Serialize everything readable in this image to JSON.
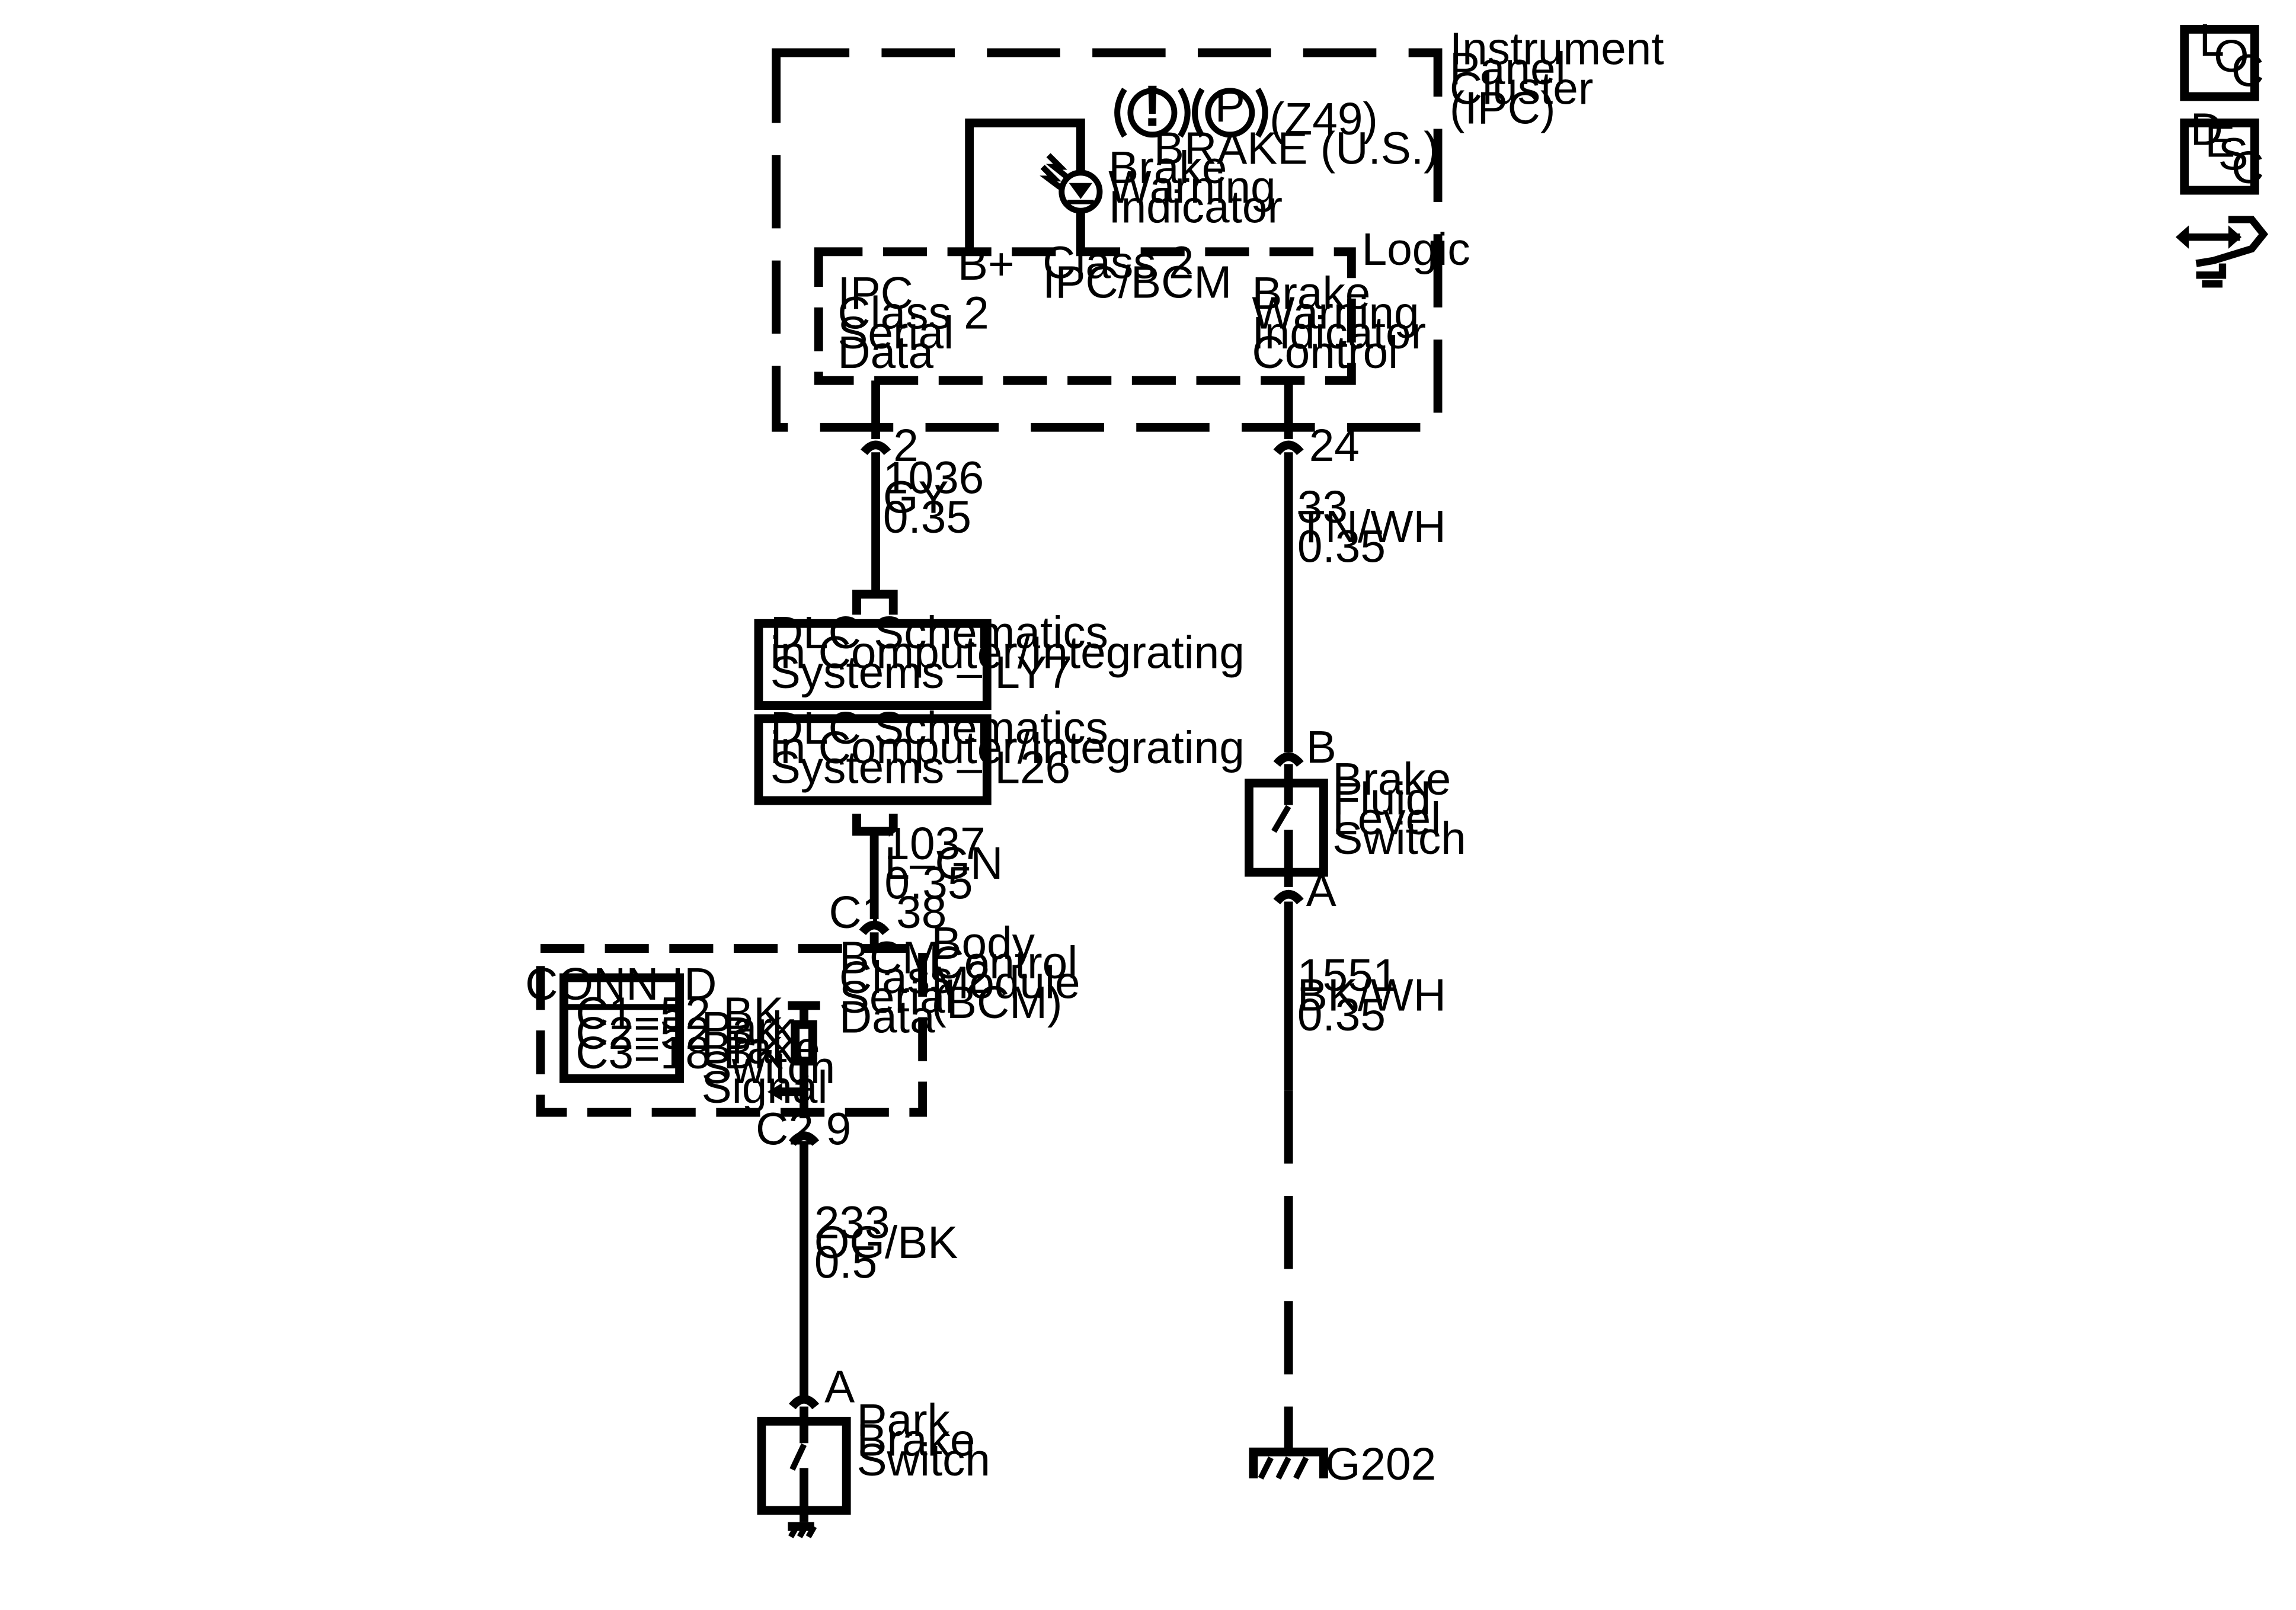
{
  "ipc": {
    "title": [
      "Instrument",
      "Panel",
      "Cluster",
      "(IPC)"
    ],
    "brake_symbol_text": "BRAKE (U.S.)",
    "exclaim_glyph": "!",
    "park_glyph": "P",
    "option_code": "(Z49)",
    "indicator_label": [
      "Brake",
      "Warning",
      "Indicator"
    ],
    "logic_label": "Logic",
    "bplus_label": "B+",
    "class2_pin_label": [
      "Class 2",
      "IPC/BCM"
    ],
    "serial_label": [
      "IPC",
      "Class 2",
      "Serial",
      "Data"
    ],
    "control_label": [
      "Brake",
      "Warning",
      "Indicator",
      "Control"
    ]
  },
  "connectors": {
    "ipc_pin_2": "2",
    "ipc_pin_24": "24",
    "bcm_c1": "C1",
    "bcm_c1_pin": "38",
    "bcm_c2": "C2",
    "bcm_c2_pin": "9",
    "fluid_pin_b": "B",
    "fluid_pin_a": "A",
    "park_pin_a": "A"
  },
  "wires": {
    "w1036": [
      "1036",
      "GY",
      "0.35"
    ],
    "w33": [
      "33",
      "TN/WH",
      "0.35"
    ],
    "w1037": [
      "1037",
      "L–GN",
      "0.35"
    ],
    "w1551": [
      "1551",
      "BK/WH",
      "0.35"
    ],
    "w233": [
      "233",
      "OG/BK",
      "0.5"
    ]
  },
  "dlc": {
    "ly7": [
      "DLC Schematics",
      "in Computer/Integrating",
      "Systems – LY7"
    ],
    "l26": [
      "DLC Schematics",
      "in Computer/Integrating",
      "Systems – L26"
    ]
  },
  "bcm": {
    "title": [
      "Body",
      "Control",
      "Module",
      "(BCM)"
    ],
    "serial_label": [
      "BCM",
      "Class 2",
      "Serial",
      "Data"
    ],
    "park_signal_label": [
      "Park",
      "Brake",
      "Switch",
      "Signal"
    ],
    "conn_id_header": "CONN ID",
    "conn_id_rows": [
      "C1=52 BK",
      "C2=52 BK",
      "C3=18 BK"
    ]
  },
  "components": {
    "fluid_switch": [
      "Brake",
      "Fluid",
      "Level",
      "Switch"
    ],
    "park_switch": [
      "Park",
      "Brake",
      "Switch"
    ],
    "ground": "G202"
  },
  "nav": {
    "loc": {
      "a": "L",
      "b": "O",
      "c": "C"
    },
    "desc": {
      "a": "D",
      "b": "E",
      "c": "S",
      "d": "C"
    }
  }
}
